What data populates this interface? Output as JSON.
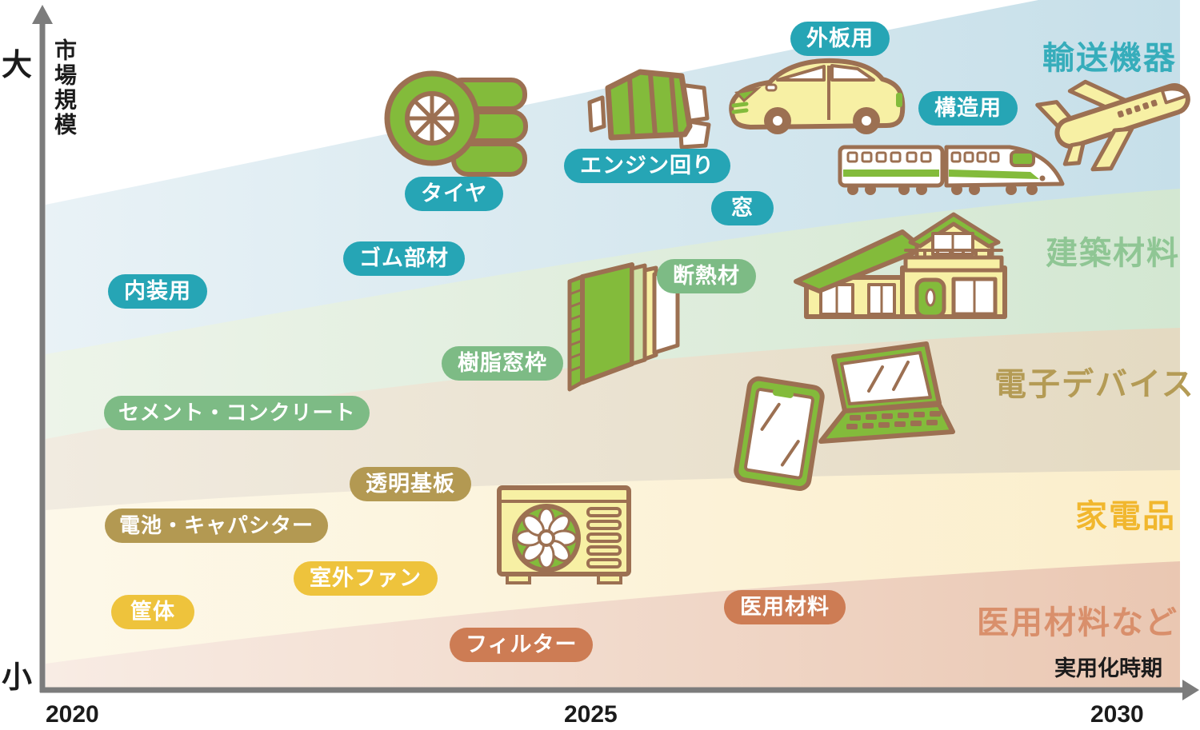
{
  "y_axis": {
    "label": "市場規模",
    "max_label": "大",
    "min_label": "小"
  },
  "x_axis": {
    "label": "実用化時期",
    "ticks": [
      "2020",
      "2025",
      "2030"
    ]
  },
  "bands": [
    {
      "label": "輸送機器",
      "label_color": "#36adbb",
      "pill_color": "#26a5b5",
      "band_fill_left": "#e9f2f6",
      "band_fill_right": "#c6dfe9",
      "pills": [
        "外板用",
        "構造用",
        "エンジン回り",
        "窓",
        "タイヤ",
        "ゴム部材",
        "内装用"
      ],
      "illustrations": [
        "tires",
        "engine",
        "car",
        "bullet-train",
        "airplane"
      ]
    },
    {
      "label": "建築材料",
      "label_color": "#8fc694",
      "pill_color": "#7dbb85",
      "band_fill_left": "#edf4e9",
      "band_fill_right": "#d3e7d2",
      "pills": [
        "断熱材",
        "樹脂窓枠",
        "セメント・コンクリート"
      ],
      "illustrations": [
        "insulated-wall",
        "house"
      ]
    },
    {
      "label": "電子デバイス",
      "label_color": "#b49b55",
      "pill_color": "#b39952",
      "band_fill_left": "#f1ebe0",
      "band_fill_right": "#e4dac2",
      "pills": [
        "透明基板",
        "電池・キャパシター"
      ],
      "illustrations": [
        "smartphone",
        "laptop"
      ]
    },
    {
      "label": "家電品",
      "label_color": "#f1b72e",
      "pill_color": "#eec33c",
      "band_fill_left": "#fdf8e9",
      "band_fill_right": "#fbeecb",
      "pills": [
        "室外ファン",
        "筐体"
      ],
      "illustrations": [
        "air-conditioner-outdoor-unit"
      ]
    },
    {
      "label": "医用材料など",
      "label_color": "#d98f6b",
      "pill_color": "#cd7c54",
      "band_fill_left": "#f8ece4",
      "band_fill_right": "#eac7b2",
      "pills": [
        "医用材料",
        "フィルター"
      ],
      "illustrations": []
    }
  ]
}
